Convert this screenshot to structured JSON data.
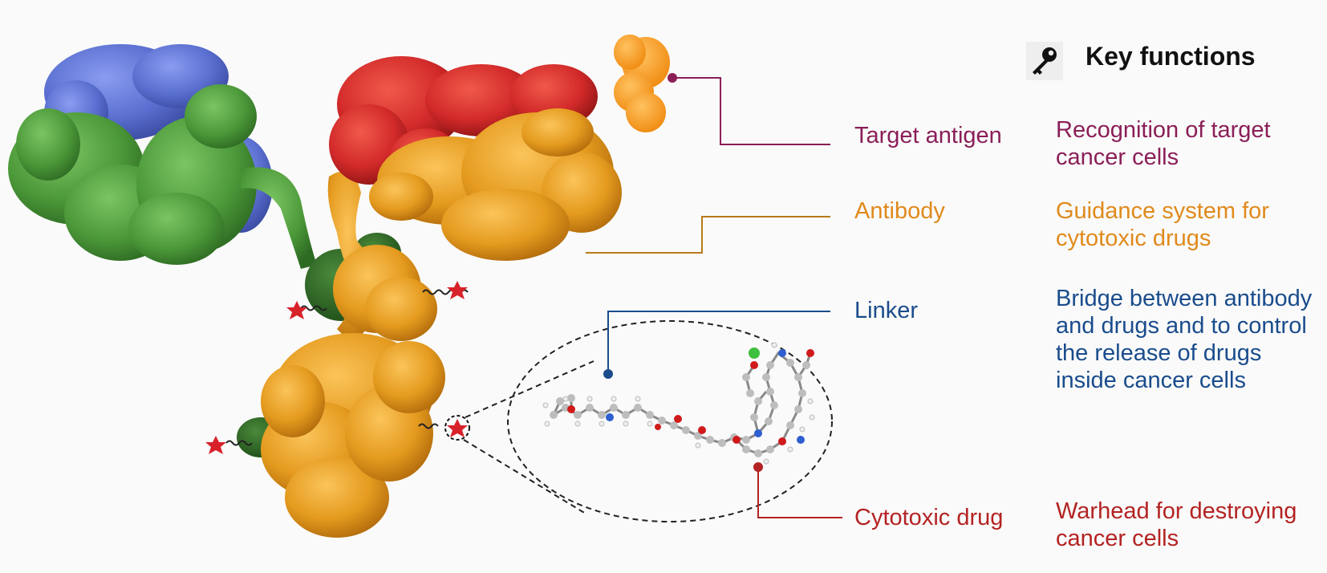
{
  "legend": {
    "title": "Key functions",
    "icon": "key-icon"
  },
  "components": [
    {
      "id": "target-antigen",
      "label": "Target antigen",
      "color": "#8a1f57",
      "description": [
        "Recognition of target",
        "cancer cells"
      ]
    },
    {
      "id": "antibody",
      "label": "Antibody",
      "color": "#e08a1c",
      "description": [
        "Guidance system for",
        "cytotoxic drugs"
      ]
    },
    {
      "id": "linker",
      "label": "Linker",
      "color": "#1a4c8c",
      "description": [
        "Bridge between antibody",
        "and drugs and to control",
        "the release of drugs",
        "inside cancer cells"
      ]
    },
    {
      "id": "cytotoxic-drug",
      "label": "Cytotoxic drug",
      "color": "#b42323",
      "description": [
        "Warhead for destroying",
        "cancer cells"
      ]
    }
  ],
  "colors": {
    "heavy_chain": "#e8a020",
    "light_chain": "#4f9a3e",
    "antigen_red": "#d22a2a",
    "antigen_blue": "#5a6fd0",
    "payload_star": "#d8222a"
  }
}
